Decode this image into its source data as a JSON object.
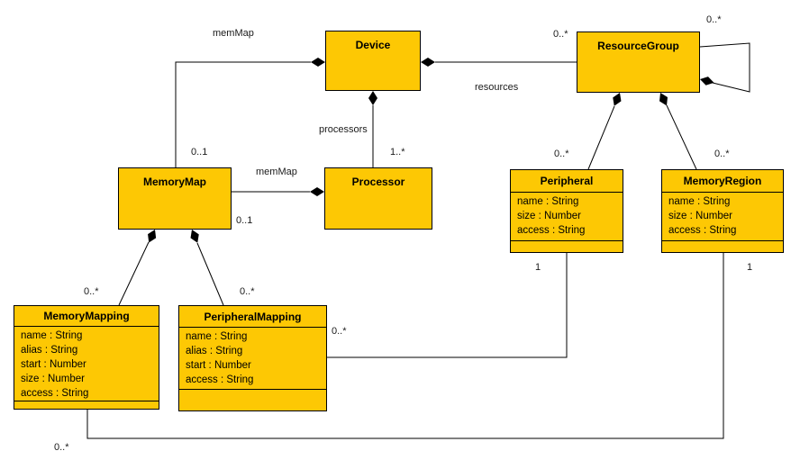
{
  "diagram": {
    "type": "uml-class-diagram",
    "colors": {
      "background": "#ffffff",
      "node_fill": "#FDC804",
      "node_border": "#000000",
      "line": "#000000",
      "label_text": "#1a1a1a"
    }
  },
  "classes": [
    {
      "id": "device",
      "name": "Device",
      "attributes": []
    },
    {
      "id": "resource-group",
      "name": "ResourceGroup",
      "attributes": []
    },
    {
      "id": "memory-map",
      "name": "MemoryMap",
      "attributes": []
    },
    {
      "id": "processor",
      "name": "Processor",
      "attributes": []
    },
    {
      "id": "peripheral",
      "name": "Peripheral",
      "attributes": [
        "name : String",
        "size : Number",
        "access : String"
      ]
    },
    {
      "id": "memory-region",
      "name": "MemoryRegion",
      "attributes": [
        "name : String",
        "size : Number",
        "access : String"
      ]
    },
    {
      "id": "memory-mapping",
      "name": "MemoryMapping",
      "attributes": [
        "name : String",
        "alias : String",
        "start : Number",
        "size : Number",
        "access : String"
      ]
    },
    {
      "id": "peripheral-mapping",
      "name": "PeripheralMapping",
      "attributes": [
        "name : String",
        "alias : String",
        "start : Number",
        "access : String"
      ]
    }
  ],
  "labels": [
    {
      "text": "memMap"
    },
    {
      "text": "0..1"
    },
    {
      "text": "processors"
    },
    {
      "text": "1..*"
    },
    {
      "text": "resources"
    },
    {
      "text": "0..*"
    },
    {
      "text": "0..*"
    },
    {
      "text": "0..*"
    },
    {
      "text": "0..*"
    },
    {
      "text": "memMap"
    },
    {
      "text": "0..1"
    },
    {
      "text": "0..*"
    },
    {
      "text": "0..*"
    },
    {
      "text": "0..*"
    },
    {
      "text": "1"
    },
    {
      "text": "1"
    },
    {
      "text": "0..*"
    }
  ],
  "relationships": [
    {
      "from": "Device",
      "to": "MemoryMap",
      "type": "composition",
      "role": "memMap",
      "target_multiplicity": "0..1"
    },
    {
      "from": "Device",
      "to": "Processor",
      "type": "composition",
      "role": "processors",
      "target_multiplicity": "1..*"
    },
    {
      "from": "Device",
      "to": "ResourceGroup",
      "type": "composition",
      "role": "resources",
      "target_multiplicity": "0..*"
    },
    {
      "from": "ResourceGroup",
      "to": "ResourceGroup",
      "type": "composition",
      "target_multiplicity": "0..*"
    },
    {
      "from": "ResourceGroup",
      "to": "Peripheral",
      "type": "composition",
      "target_multiplicity": "0..*"
    },
    {
      "from": "ResourceGroup",
      "to": "MemoryRegion",
      "type": "composition",
      "target_multiplicity": "0..*"
    },
    {
      "from": "Processor",
      "to": "MemoryMap",
      "type": "composition",
      "role": "memMap",
      "target_multiplicity": "0..1"
    },
    {
      "from": "MemoryMap",
      "to": "MemoryMapping",
      "type": "composition",
      "target_multiplicity": "0..*"
    },
    {
      "from": "MemoryMap",
      "to": "PeripheralMapping",
      "type": "composition",
      "target_multiplicity": "0..*"
    },
    {
      "from": "Peripheral",
      "to": "PeripheralMapping",
      "type": "association",
      "multiplicities": [
        "1",
        "0..*"
      ]
    },
    {
      "from": "MemoryRegion",
      "to": "MemoryMapping",
      "type": "association",
      "multiplicities": [
        "1",
        "0..*"
      ]
    }
  ]
}
